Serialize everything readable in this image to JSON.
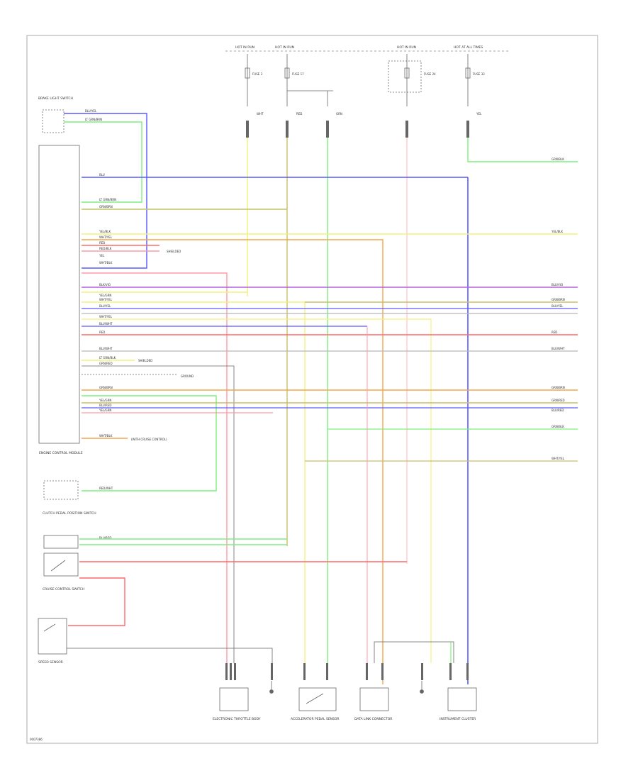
{
  "footer_code": "0007386",
  "colors": {
    "blue": "#5a5aff",
    "violet": "#b060e0",
    "yellow": "#f2f27a",
    "green": "#7ef07e",
    "red": "#ff6a6a",
    "pink": "#ff9aa8",
    "orange": "#f4a64a",
    "olive": "#c8c068",
    "gray": "#b8b8b8",
    "black": "#444444",
    "frame": "#aaaaaa"
  },
  "fuses": {
    "headers": [
      "HOT IN RUN",
      "HOT IN RUN",
      "HOT IN RUN",
      "HOT AT ALL TIMES"
    ],
    "fuse_labels": [
      "FUSE 3",
      "FUSE 17",
      "FUSE 24",
      "FUSE 33"
    ],
    "wire_labels": [
      "WHT",
      "RED",
      "GRN",
      "YEL"
    ]
  },
  "components": [
    "BRAKE LIGHT SWITCH",
    "ENGINE CONTROL MODULE",
    "CLUTCH PEDAL POSITION SWITCH",
    "CRUISE CONTROL SWITCH",
    "SPEED SENSOR",
    "ELECTRONIC THROTTLE BODY",
    "ACCELERATOR PEDAL SENSOR",
    "DATA LINK CONNECTOR",
    "INSTRUMENT CLUSTER"
  ],
  "wire_labels": {
    "left": [
      "BLU/YEL",
      "LT GRN/BRN",
      "BLU",
      "LT GRN/BRN",
      "GRN/BRN",
      "YEL/BLK",
      "WHT/YEL",
      "RED",
      "RED/BLK",
      "YEL",
      "WHT/BLK",
      "BLK/VIO",
      "YEL/GRN",
      "WHT/YEL",
      "BLU/YEL",
      "WHT/YEL",
      "BLU/WHT",
      "RED",
      "BLU/WHT",
      "LT GRN/BLK",
      "GRN/RED",
      "GRN/BRN",
      "YEL/GRN",
      "BLU/RED",
      "YEL/GRN",
      "WHT/BLK",
      "RED/WHT",
      "BLU/RED"
    ],
    "right": [
      "GRN/BLK",
      "YEL/BLK",
      "BLU/VIO",
      "GRN/BRN",
      "BLU/YEL",
      "RED",
      "BLU/WHT",
      "GRN/BRN",
      "GRN/RED",
      "BLU/RED",
      "GRN/BLK",
      "WHT/YEL"
    ]
  },
  "notes": [
    "SHIELDED",
    "GROUND",
    "SHIELDED",
    "(WITH CRUISE CONTROL)"
  ]
}
